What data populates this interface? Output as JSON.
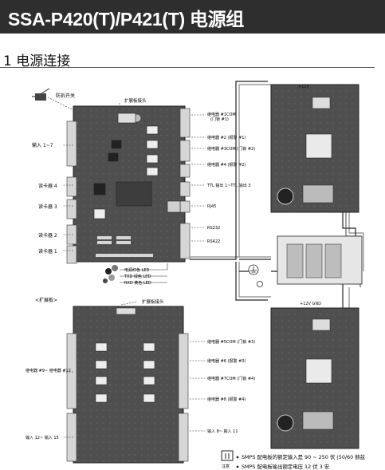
{
  "title": "SSA-P420(T)/P421(T) 电源组",
  "section_heading": "1 电源连接",
  "main_board": {
    "tamper_label": "防拆开关",
    "expansion_connector_label": "扩展板接头",
    "inputs_label": "输入 1~7",
    "reader4_label": "读卡器 4",
    "reader3_label": "读卡器 3",
    "reader2_label": "读卡器 2",
    "reader1_label": "读卡器 1",
    "right_labels": [
      "继电器 #1COM\n(门锁 #1)",
      "继电器 #2 (报警 #1)",
      "继电器 #3COM (门锁 #2)",
      "继电器 #4 (报警 #2)",
      "TTL 输出 1~TTL 输出 3",
      "RJ45",
      "RS232",
      "RS422"
    ],
    "led_labels": [
      "电源红色 LED",
      "TXD 绿色 LED",
      "RXD 黄色 LED"
    ]
  },
  "expansion_board": {
    "heading": "<扩展板>",
    "connector_label": "扩展板接头",
    "relays_label": "继电器 #9~ 继电器 #12",
    "inputs_label": "输入 12~ 输入 15",
    "right_labels": [
      "继电器 #5COM (门锁 #3)",
      "继电器 #6 (报警 #3)",
      "继电器 #7COM (门锁 #4)",
      "继电器 #8 (报警 #4)",
      "输入 8~ 输入 11"
    ]
  },
  "power": {
    "top_label": "+12V",
    "bottom_label": "+12V  GND"
  },
  "note": {
    "label": "注意",
    "lines": [
      "SMPS 配电板的额定输入是 90 ~ 250 伏 (50/60 赫兹",
      "SMPS 配电板输出额定电压 12 伏 3 安"
    ]
  },
  "colors": {
    "title_bg": "#2e2e2e",
    "board": "#4f4f4f",
    "terminal": "#d6d6d6"
  }
}
